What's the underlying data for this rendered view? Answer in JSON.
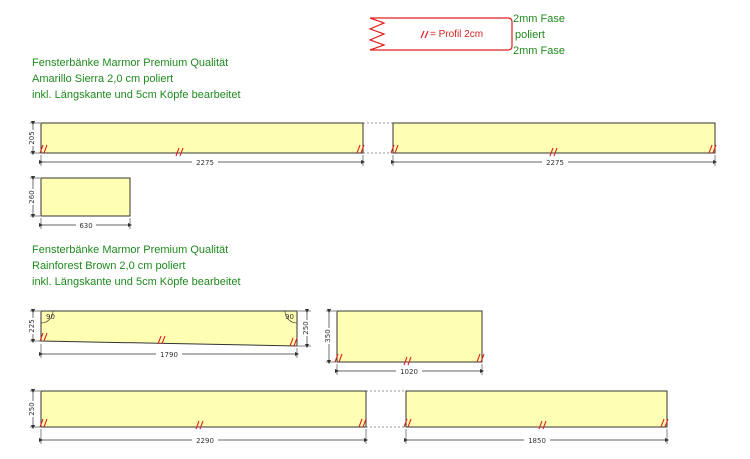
{
  "legend": {
    "top_edge": "2mm Fase",
    "front_edge": "poliert",
    "bottom_edge": "2mm Fase",
    "profile_label": "= Profil 2cm"
  },
  "section1": {
    "line1": "Fensterbänke Marmor Premium Qualität",
    "line2": "Amarillo Sierra 2,0 cm poliert",
    "line3": "inkl. Längskante und 5cm Köpfe bearbeitet"
  },
  "section2": {
    "line1": "Fensterbänke Marmor Premium Qualität",
    "line2": "Rainforest Brown 2,0 cm poliert",
    "line3": "inkl. Längskante und 5cm Köpfe bearbeitet"
  },
  "pieces": [
    {
      "id": "p1",
      "length": "2275",
      "depth": "205"
    },
    {
      "id": "p2",
      "length": "2275",
      "depth": ""
    },
    {
      "id": "p3",
      "length": "630",
      "depth": "260"
    },
    {
      "id": "p4",
      "length": "1790",
      "depth_left": "225",
      "depth_right": "250",
      "angle_left": "90",
      "angle_right": "90"
    },
    {
      "id": "p5",
      "length": "1020",
      "depth": "350"
    },
    {
      "id": "p6",
      "length": "2290",
      "depth": "250"
    },
    {
      "id": "p7",
      "length": "1850",
      "depth": ""
    }
  ],
  "colors": {
    "slab_fill": "#ffffb3",
    "slab_stroke": "#333333",
    "text_green": "#1f8a1f",
    "marker_red": "#e02020"
  }
}
